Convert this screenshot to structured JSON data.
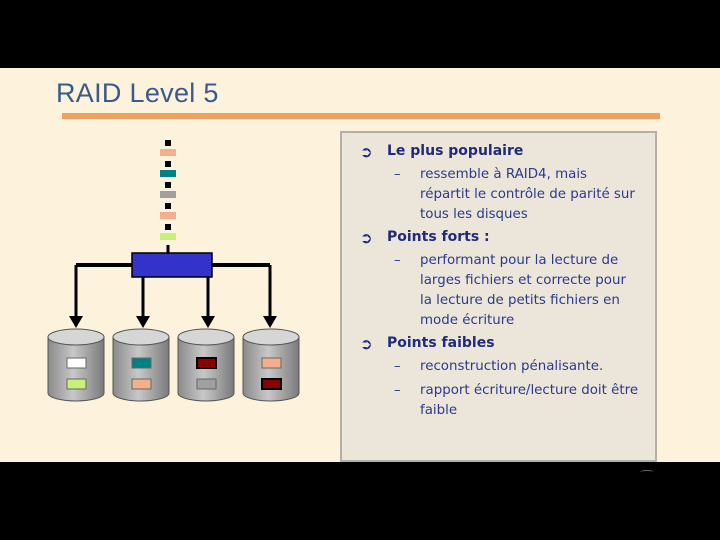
{
  "slide": {
    "title": "RAID Level 5"
  },
  "bullets": [
    {
      "text": "Le plus populaire",
      "subs": [
        [
          "ressemble à RAID4, mais",
          "répartit le contrôle de parité sur",
          "tous les disques"
        ]
      ]
    },
    {
      "text": "Points forts :",
      "subs": [
        [
          "performant pour la lecture de",
          "larges fichiers et correcte pour",
          "la lecture de petits fichiers en",
          "mode écriture"
        ]
      ]
    },
    {
      "text": "Points faibles",
      "subs": [
        [
          "reconstruction pénalisante."
        ],
        [
          "rapport écriture/lecture doit être",
          "faible"
        ]
      ]
    }
  ],
  "symbols": {
    "bullet_icon": "circled-arrow-icon",
    "dash": "–"
  },
  "colors": {
    "controller": "#3333cc",
    "block_peach": "#f4b08c",
    "block_teal": "#008080",
    "block_gray": "#a0a0a0",
    "block_green": "#c6f07a",
    "block_white": "#ffffff",
    "block_darkred": "#8b0000",
    "title": "#3a5a8c",
    "accent_rule": "#f0a060"
  },
  "diagram": {
    "stream_blocks": [
      "black",
      "peach",
      "black",
      "teal",
      "black",
      "gray",
      "black",
      "peach",
      "black",
      "green"
    ],
    "disks": [
      {
        "top": "white",
        "bottom": "green"
      },
      {
        "top": "teal",
        "bottom": "peach"
      },
      {
        "top": "darkred",
        "bottom": "gray"
      },
      {
        "top": "peach",
        "bottom": "darkred"
      }
    ]
  }
}
